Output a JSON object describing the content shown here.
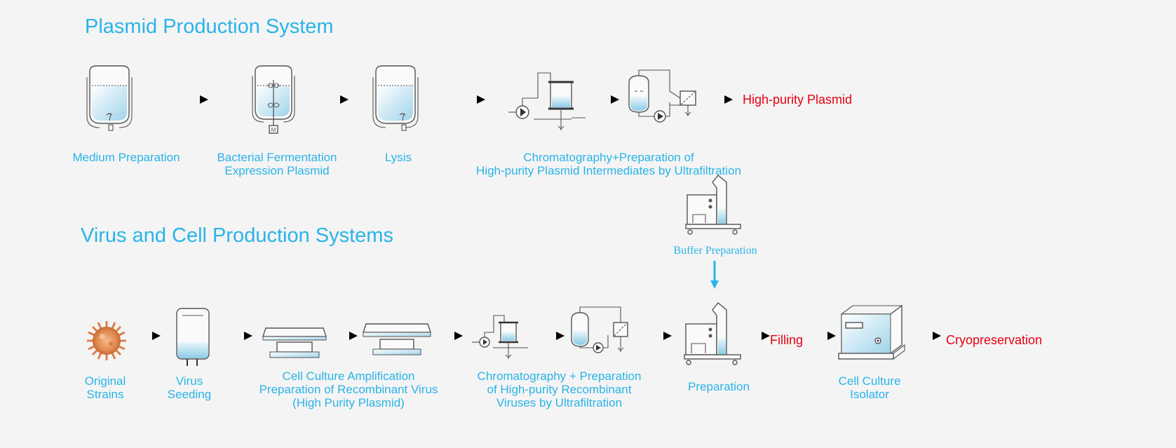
{
  "plasmid": {
    "title": "Plasmid Production System",
    "steps": {
      "medium": "Medium Preparation",
      "fermentation": "Bacterial Fermentation\nExpression Plasmid",
      "lysis": "Lysis",
      "chromatography": "Chromatography+Preparation of\nHigh-purity Plasmid Intermediates by Ultrafiltration"
    },
    "output": "High-purity Plasmid"
  },
  "virus": {
    "title": "Virus and Cell Production Systems",
    "steps": {
      "strains": "Original\nStrains",
      "seeding": "Virus\nSeeding",
      "amplification": "Cell Culture Amplification\nPreparation of Recombinant Virus\n(High Purity Plasmid)",
      "chromatography": "Chromatography + Preparation\nof High-purity Recombinant\nViruses by Ultrafiltration",
      "preparation": "Preparation",
      "isolator": "Cell Culture\nIsolator"
    },
    "buffer": "Buffer Preparation",
    "filling": "Filling",
    "cryopreservation": "Cryopreservation"
  },
  "colors": {
    "accent": "#29b4e8",
    "highlight": "#e60012",
    "background": "#f4f4f4"
  }
}
